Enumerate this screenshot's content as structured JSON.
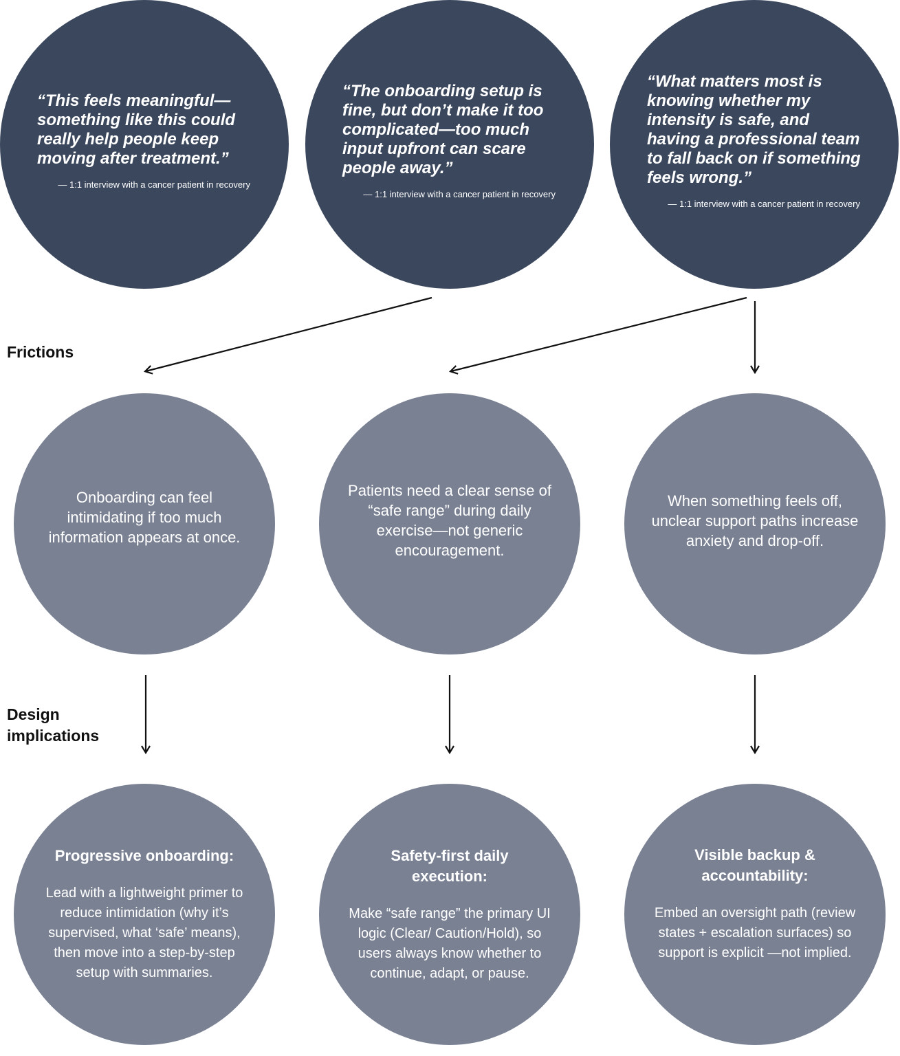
{
  "quotes": [
    {
      "text": "“This feels meaningful—something like this could really help people keep moving after treatment.”",
      "source": "— 1:1 interview with a cancer patient in recovery"
    },
    {
      "text": "“The onboarding setup is fine, but don’t make it too complicated—too much input upfront can scare people away.”",
      "source": "— 1:1 interview with a cancer patient in recovery"
    },
    {
      "text": "“What matters most is knowing whether my intensity is safe, and having a professional team to fall back on if something feels wrong.”",
      "source": "— 1:1 interview with a cancer patient in recovery"
    }
  ],
  "labels": {
    "frictions": "Frictions",
    "design_line1": "Design",
    "design_line2": "implications"
  },
  "frictions": [
    {
      "text": "Onboarding can feel intimidating if too much information appears at once."
    },
    {
      "text": "Patients need a clear sense of “safe range” during daily exercise—not generic encouragement."
    },
    {
      "text": "When something feels off, unclear support paths increase anxiety and drop-off."
    }
  ],
  "implications": [
    {
      "title": "Progressive onboarding:",
      "body": "Lead with a lightweight primer to reduce intimidation (why it’s supervised, what ‘safe’ means), then move into a step-by-step setup with summaries."
    },
    {
      "title": "Safety-first daily execution:",
      "body": "Make “safe range” the primary UI logic (Clear/ Caution/Hold), so users always know whether to continue, adapt, or pause."
    },
    {
      "title": "Visible backup & accountability:",
      "body": "Embed an oversight path (review states + escalation surfaces) so support is explicit —not implied."
    }
  ],
  "colors": {
    "quote_circle": "#3b475d",
    "friction_circle": "#7a8193",
    "implication_circle": "#7a8193",
    "arrow": "#111111"
  }
}
